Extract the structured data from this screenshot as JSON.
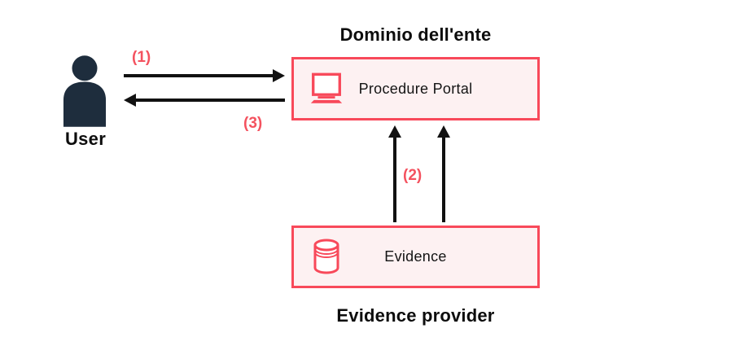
{
  "colors": {
    "accent_red": "#f8495a",
    "label_red": "#f4525f",
    "box_fill": "#fdf1f2",
    "user_navy": "#1e2d3d",
    "arrow_black": "#111111",
    "text_black": "#0d0d0d"
  },
  "diagram": {
    "top_domain": {
      "title": "Dominio dell'ente"
    },
    "bottom_domain": {
      "title": "Evidence provider"
    },
    "actor": {
      "label": "User",
      "icon": "user-icon"
    },
    "nodes": {
      "portal": {
        "label": "Procedure Portal",
        "icon": "monitor-icon"
      },
      "evidence": {
        "label": "Evidence",
        "icon": "database-icon"
      }
    },
    "flows": {
      "step1": {
        "label": "(1)",
        "from": "User",
        "to": "Procedure Portal",
        "direction": "right"
      },
      "step2": {
        "label": "(2)",
        "from": "Evidence",
        "to": "Procedure Portal",
        "direction": "up"
      },
      "step3": {
        "label": "(3)",
        "from": "Procedure Portal",
        "to": "User",
        "direction": "left"
      }
    }
  }
}
